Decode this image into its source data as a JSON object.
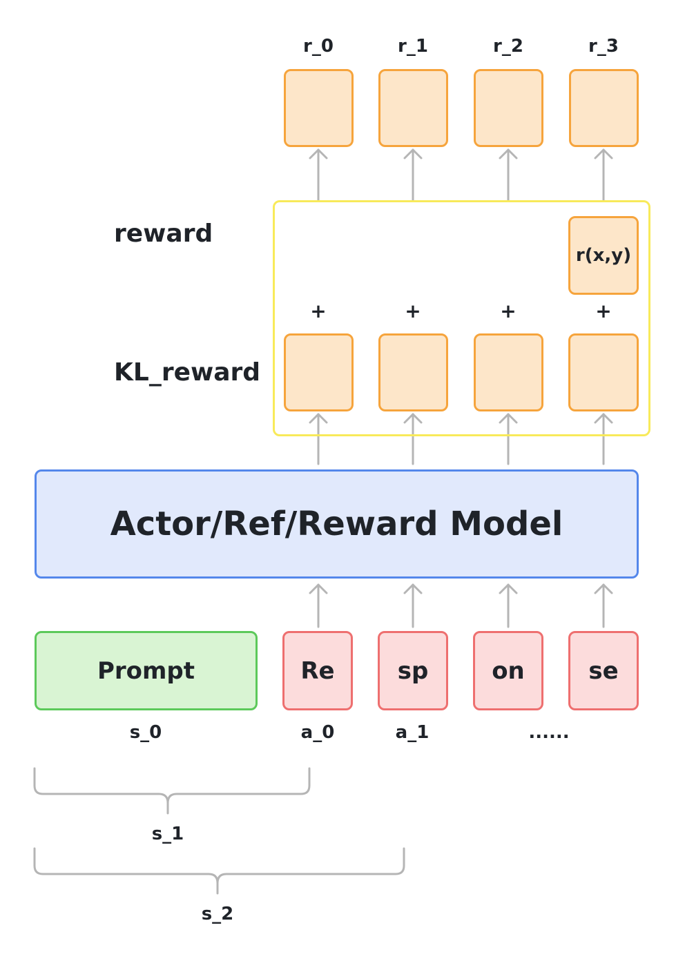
{
  "rewards_top": [
    "r_0",
    "r_1",
    "r_2",
    "r_3"
  ],
  "reward_row_label": "reward",
  "kl_row_label": "KL_reward",
  "final_reward": "r(x,y)",
  "plus": "+",
  "model_label": "Actor/Ref/Reward Model",
  "prompt_label": "Prompt",
  "tokens": [
    "Re",
    "sp",
    "on",
    "se"
  ],
  "bottom_labels": {
    "s_0": "s_0",
    "a_0": "a_0",
    "a_1": "a_1",
    "ellipsis": "......"
  },
  "brace_labels": [
    "s_1",
    "s_2"
  ],
  "colors": {
    "orange_fill": "#fde6c9",
    "orange_border": "#f6a43c",
    "yellow_frame": "#f8ea5a",
    "model_fill": "#e1e9fc",
    "model_border": "#5487eb",
    "prompt_fill": "#d9f4d3",
    "prompt_border": "#5cc95a",
    "token_fill": "#fcdcdc",
    "token_border": "#ee6f6f",
    "arrow": "#b5b5b5"
  }
}
